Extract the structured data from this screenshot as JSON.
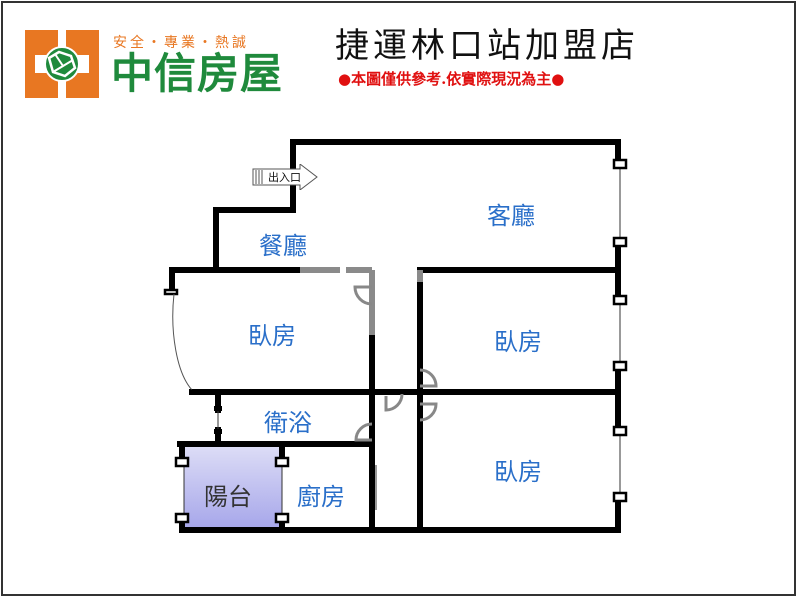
{
  "header": {
    "slogan": "安全・專業・熱誠",
    "brand": "中信房屋",
    "store_title": "捷運林口站加盟店",
    "disclaimer": "●本圖僅供參考.依實際現況為主●"
  },
  "colors": {
    "brand_orange": "#e87722",
    "brand_green": "#1f8a3c",
    "room_label_blue": "#2a6fc9",
    "disclaimer_red": "#e01010",
    "balcony_fill": "#b4b4ee",
    "wall": "#000000"
  },
  "floor_plan": {
    "entrance_label": "出入口",
    "rooms": [
      {
        "id": "living",
        "label": "客廳"
      },
      {
        "id": "dining",
        "label": "餐廳"
      },
      {
        "id": "bedroom-1",
        "label": "臥房"
      },
      {
        "id": "bedroom-2",
        "label": "臥房"
      },
      {
        "id": "bedroom-3",
        "label": "臥房"
      },
      {
        "id": "bathroom",
        "label": "衛浴"
      },
      {
        "id": "balcony",
        "label": "陽台"
      },
      {
        "id": "kitchen",
        "label": "廚房"
      }
    ]
  }
}
